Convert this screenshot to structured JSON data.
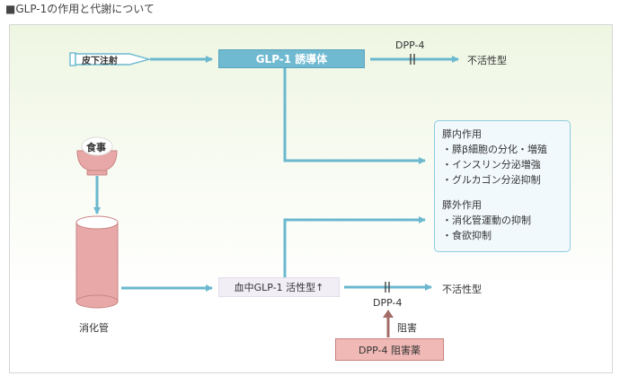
{
  "page": {
    "title": "■GLP-1の作用と代謝について"
  },
  "diagram": {
    "injection_label": "皮下注射",
    "glp1_box": "GLP-1 誘導体",
    "dpp4_top": "DPP-4",
    "inactive_top": "不活性型",
    "meal_label": "食事",
    "gut_label": "消化管",
    "blood_box": "血中GLP-1 活性型↑",
    "dpp4_bottom": "DPP-4",
    "inactive_bottom": "不活性型",
    "inhibit_label": "阻害",
    "drug_box": "DPP-4 阻害薬",
    "effects": {
      "pancreatic_title": "膵内作用",
      "pancreatic_items": [
        "・膵β細胞の分化・増殖",
        "・インスリン分泌増強",
        "・グルカゴン分泌抑制"
      ],
      "extra_title": "膵外作用",
      "extra_items": [
        "・消化管運動の抑制",
        "・食欲抑制"
      ]
    }
  },
  "colors": {
    "arrow": "#6bb8cf",
    "glp_box": "#6fb9d1",
    "effects_border": "#8fcbe0",
    "drug_box": "#f0b9b5",
    "inhibit_arrow": "#a46c68",
    "gut": "#e8a8a8",
    "panel_bg": "#eef6e2"
  }
}
